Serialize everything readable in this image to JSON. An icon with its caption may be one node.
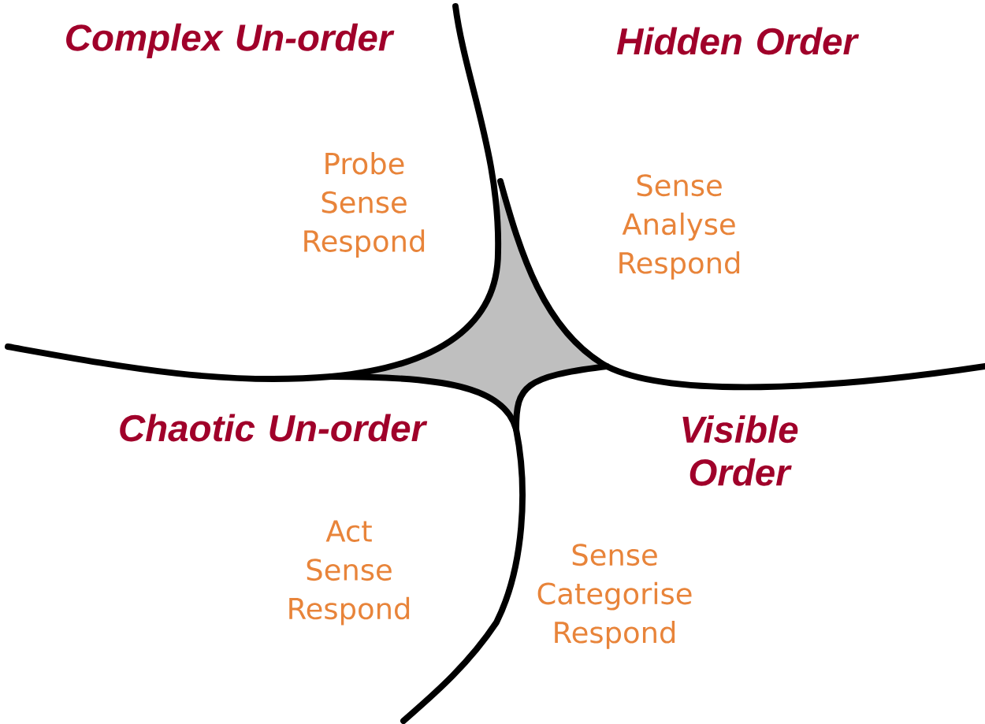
{
  "diagram": {
    "labels": [
      "Complex Un-order",
      "Hidden Order",
      "Probe Sense Respond",
      "Sense Analyse Respond",
      "Chaotic Un-order",
      "Visible Order",
      "Act Sense Respond",
      "Sense Categorise Respond"
    ]
  }
}
